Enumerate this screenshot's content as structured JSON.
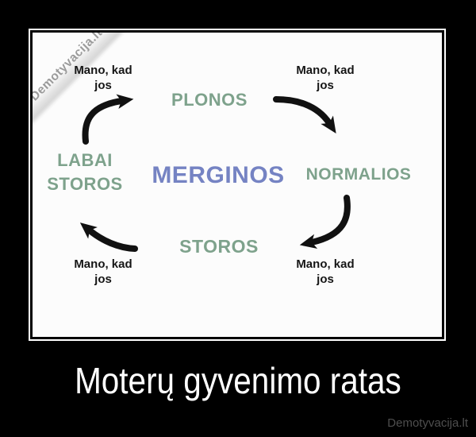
{
  "poster": {
    "watermark_text": "Demotyvacija.lt",
    "center_word": "MERGINOS",
    "stages": {
      "top": "PLONOS",
      "right": "NORMALIOS",
      "bottom": "STOROS",
      "left_line1": "LABAI",
      "left_line2": "STOROS"
    },
    "arrow_labels": {
      "tl": {
        "line1": "Mano, kad",
        "line2": "jos"
      },
      "tr": {
        "line1": "Mano, kad",
        "line2": "jos"
      },
      "bl": {
        "line1": "Mano, kad",
        "line2": "jos"
      },
      "br": {
        "line1": "Mano, kad",
        "line2": "jos"
      }
    }
  },
  "caption": "Moterų gyvenimo ratas",
  "site_credit": "Demotyvacija.lt",
  "colors": {
    "stage_green": "#7ea28c",
    "center_blue": "#7583c3",
    "arrow_black": "#111111",
    "watermark_gray": "#9b9b9b",
    "credit_gray": "#4e4e4e",
    "frame_white": "#ffffff",
    "background_black": "#000000"
  }
}
